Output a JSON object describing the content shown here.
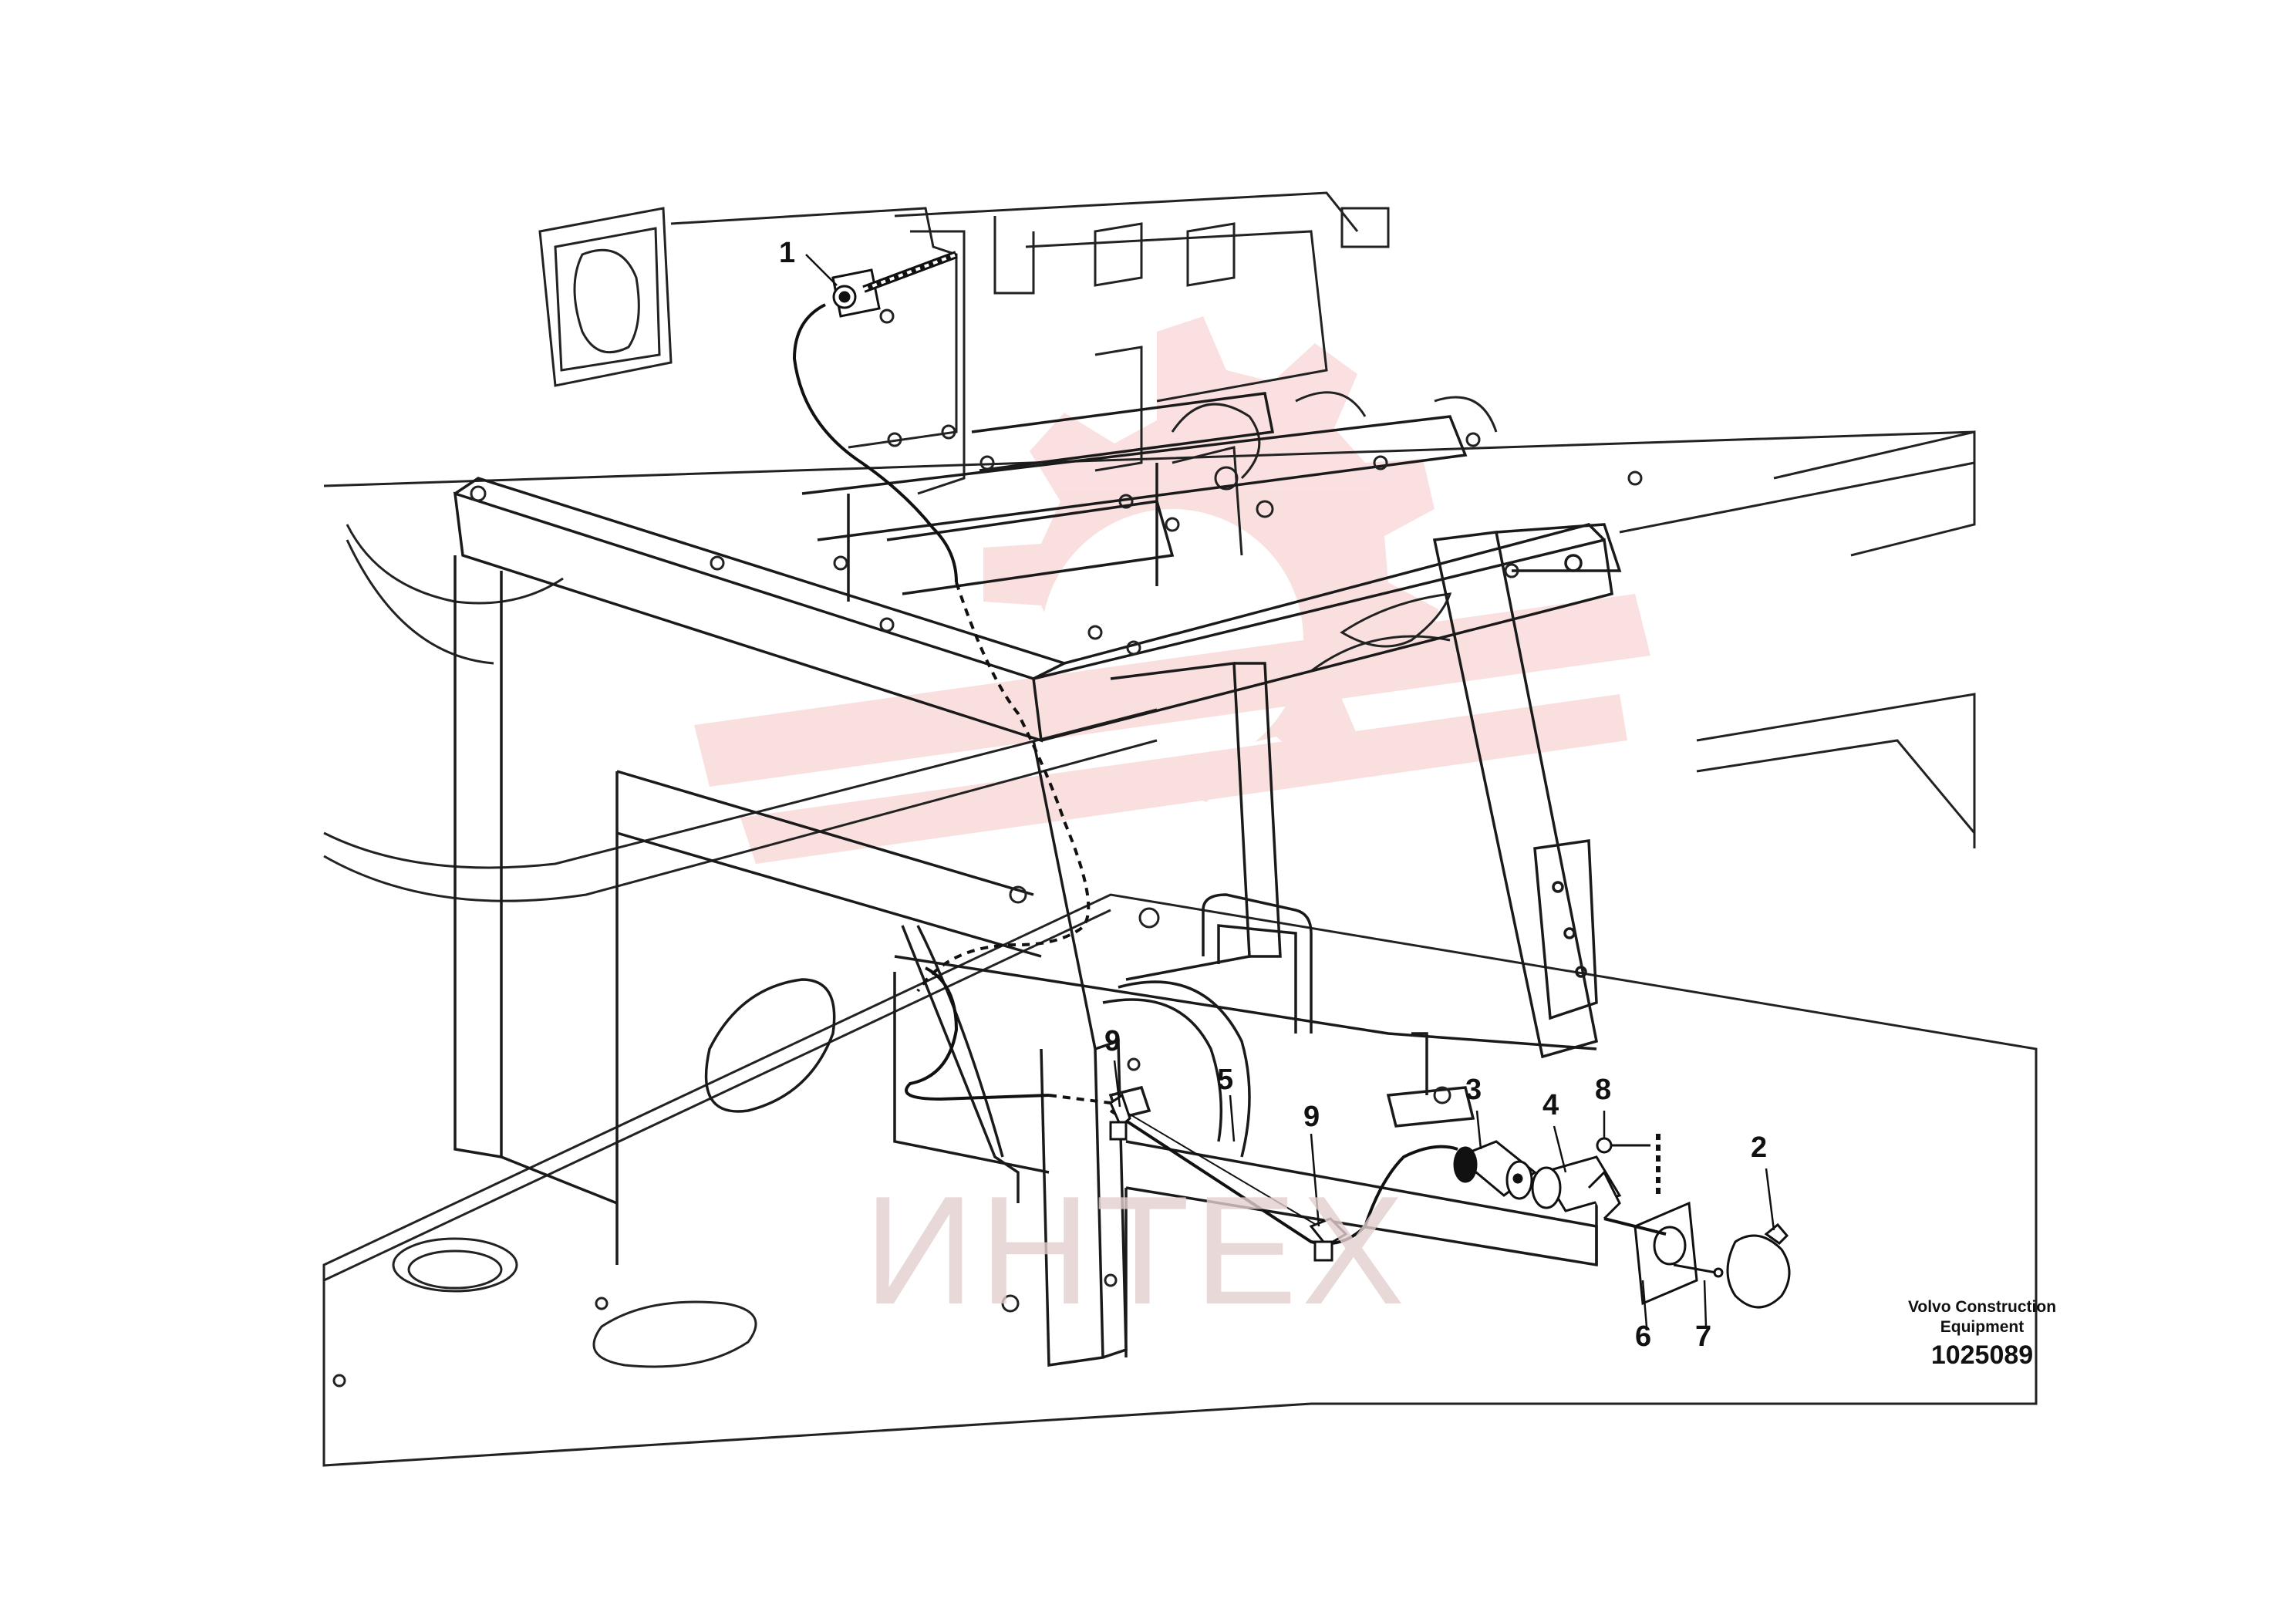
{
  "diagram": {
    "callouts": [
      "1",
      "2",
      "3",
      "4",
      "5",
      "6",
      "7",
      "8",
      "9",
      "9"
    ]
  },
  "title_block": {
    "company_line1": "Volvo Construction",
    "company_line2": "Equipment",
    "drawing_number": "1025089"
  },
  "watermark": {
    "text": "ИНТЕХ",
    "color": "#e8c8c8"
  },
  "colors": {
    "line": "#1a1a1a",
    "frame": "#2a2a2a",
    "watermark_logo": "#f4c9c9"
  }
}
